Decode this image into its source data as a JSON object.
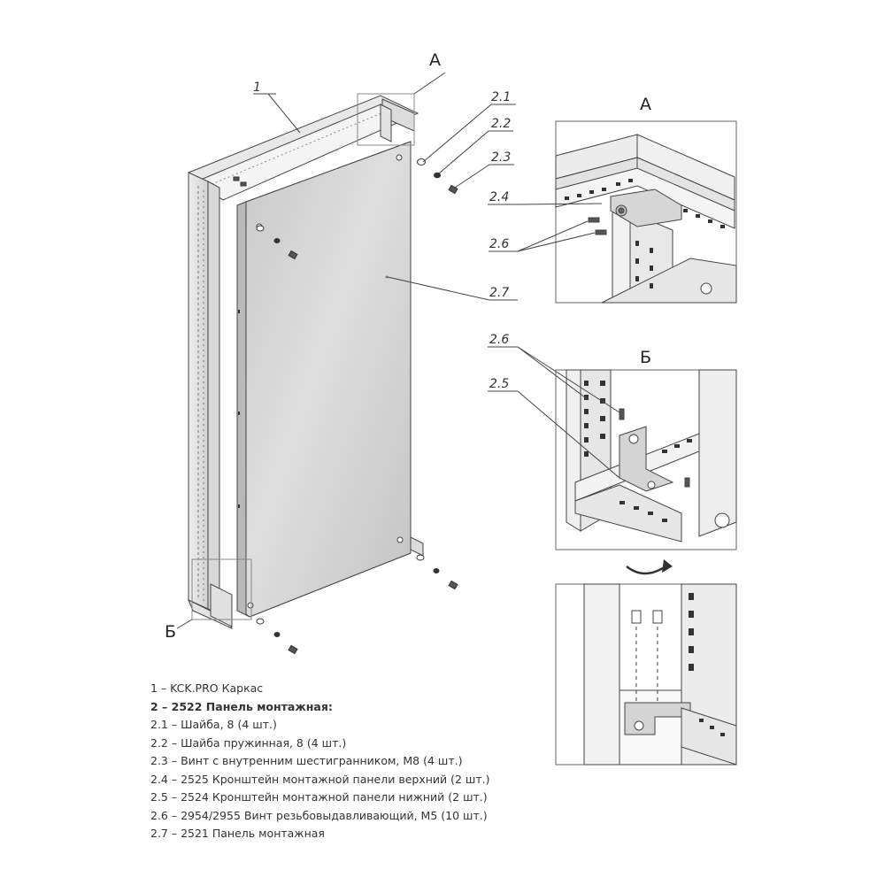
{
  "callouts": {
    "c1": "1",
    "c21": "2.1",
    "c22": "2.2",
    "c23": "2.3",
    "c24": "2.4",
    "c25": "2.5",
    "c26a": "2.6",
    "c26b": "2.6",
    "c27": "2.7"
  },
  "views": {
    "a_main": "А",
    "a_detail": "А",
    "b_main": "Б",
    "b_detail": "Б"
  },
  "legend": [
    {
      "text": "1 – KCK.PRO Каркас",
      "bold": false
    },
    {
      "text": "2 – 2522 Панель монтажная:",
      "bold": true
    },
    {
      "text": "2.1 – Шайба, 8 (4 шт.)",
      "bold": false
    },
    {
      "text": "2.2 – Шайба пружинная, 8 (4 шт.)",
      "bold": false
    },
    {
      "text": "2.3 – Винт с внутренним шестигранником, M8 (4 шт.)",
      "bold": false
    },
    {
      "text": "2.4 – 2525 Кронштейн монтажной панели верхний (2 шт.)",
      "bold": false
    },
    {
      "text": "2.5 – 2524 Кронштейн монтажной панели нижний (2 шт.)",
      "bold": false
    },
    {
      "text": "2.6 – 2954/2955 Винт резьбовыдавливающий, M5 (10 шт.)",
      "bold": false
    },
    {
      "text": "2.7 – 2521 Панель монтажная",
      "bold": false
    }
  ],
  "icons": {
    "rotate_arrow": "rotate-arrow-icon"
  }
}
